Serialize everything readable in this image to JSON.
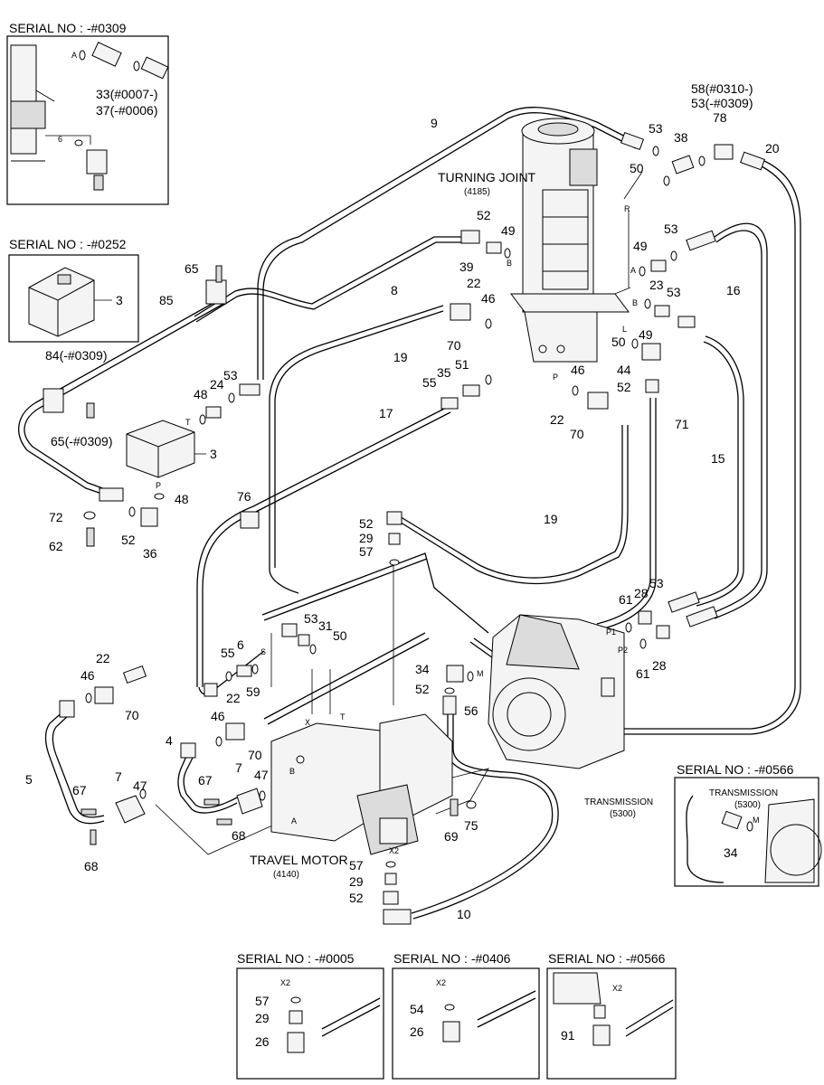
{
  "serial_headers": {
    "top_left": "SERIAL NO : -#0309",
    "mid_left": "SERIAL NO : -#0252",
    "right_inset": "SERIAL NO : -#0566",
    "bottom_1": "SERIAL NO : -#0005",
    "bottom_2": "SERIAL NO : -#0406",
    "bottom_3": "SERIAL NO : -#0566"
  },
  "components": {
    "turning_joint": "TURNING JOINT",
    "turning_joint_code": "(4185)",
    "transmission": "TRANSMISSION",
    "transmission_code": "(5300)",
    "travel_motor": "TRAVEL MOTOR",
    "travel_motor_code": "(4140)",
    "inset_transmission": "TRANSMISSION",
    "inset_transmission_code": "(5300)"
  },
  "port_labels": {
    "A": "A",
    "B": "B",
    "R": "R",
    "P": "P",
    "T": "T",
    "L": "L",
    "S": "S",
    "X": "X",
    "X2": "X2",
    "M": "M",
    "P1": "P1",
    "P2": "P2"
  },
  "callouts": {
    "c33": "33(#0007-)",
    "c37": "37(-#0006)",
    "c9": "9",
    "c53a": "53",
    "c38": "38",
    "c58": "58(#0310-)",
    "c53b": "53(-#0309)",
    "c78": "78",
    "c20": "20",
    "c50a": "50",
    "c52a": "52",
    "c49a": "49",
    "c39": "39",
    "c53c": "53",
    "c49b": "49",
    "c65": "65",
    "c85": "85",
    "c8": "8",
    "c3a": "3",
    "c22a": "22",
    "c46a": "46",
    "c70a": "70",
    "c19a": "19",
    "c84": "84(-#0309)",
    "c48a": "48",
    "c24": "24",
    "c53d": "53",
    "c65b": "65(-#0309)",
    "c3b": "3",
    "c48b": "48",
    "c72": "72",
    "c62": "62",
    "c52b": "52",
    "c36": "36",
    "c17": "17",
    "c55a": "55",
    "c35": "35",
    "c51": "51",
    "c46b": "46",
    "c22b": "22",
    "c70b": "70",
    "c23": "23",
    "c53e": "53",
    "c49c": "49",
    "c50b": "50",
    "c44": "44",
    "c52c": "52",
    "c16": "16",
    "c71": "71",
    "c15": "15",
    "c76": "76",
    "c19b": "19",
    "c52d": "52",
    "c29a": "29",
    "c57a": "57",
    "c53f": "53",
    "c31": "31",
    "c50c": "50",
    "c61a": "61",
    "c28a": "28",
    "c53g": "53",
    "c61b": "61",
    "c28b": "28",
    "c22c": "22",
    "c46c": "46",
    "c70c": "70",
    "c55b": "55",
    "c6a": "6",
    "c59": "59",
    "c34a": "34",
    "c52e": "52",
    "c56": "56",
    "c4": "4",
    "c22d": "22",
    "c46d": "46",
    "c70d": "70",
    "c5": "5",
    "c67a": "67",
    "c7a": "7",
    "c47a": "47",
    "c68a": "68",
    "c67b": "67",
    "c7b": "7",
    "c47b": "47",
    "c68b": "68",
    "c69": "69",
    "c75": "75",
    "c57b": "57",
    "c29b": "29",
    "c52f": "52",
    "c10": "10",
    "c34b": "34",
    "b57": "57",
    "b29": "29",
    "b26a": "26",
    "b54": "54",
    "b26b": "26",
    "b91": "91",
    "tl6": "6"
  }
}
